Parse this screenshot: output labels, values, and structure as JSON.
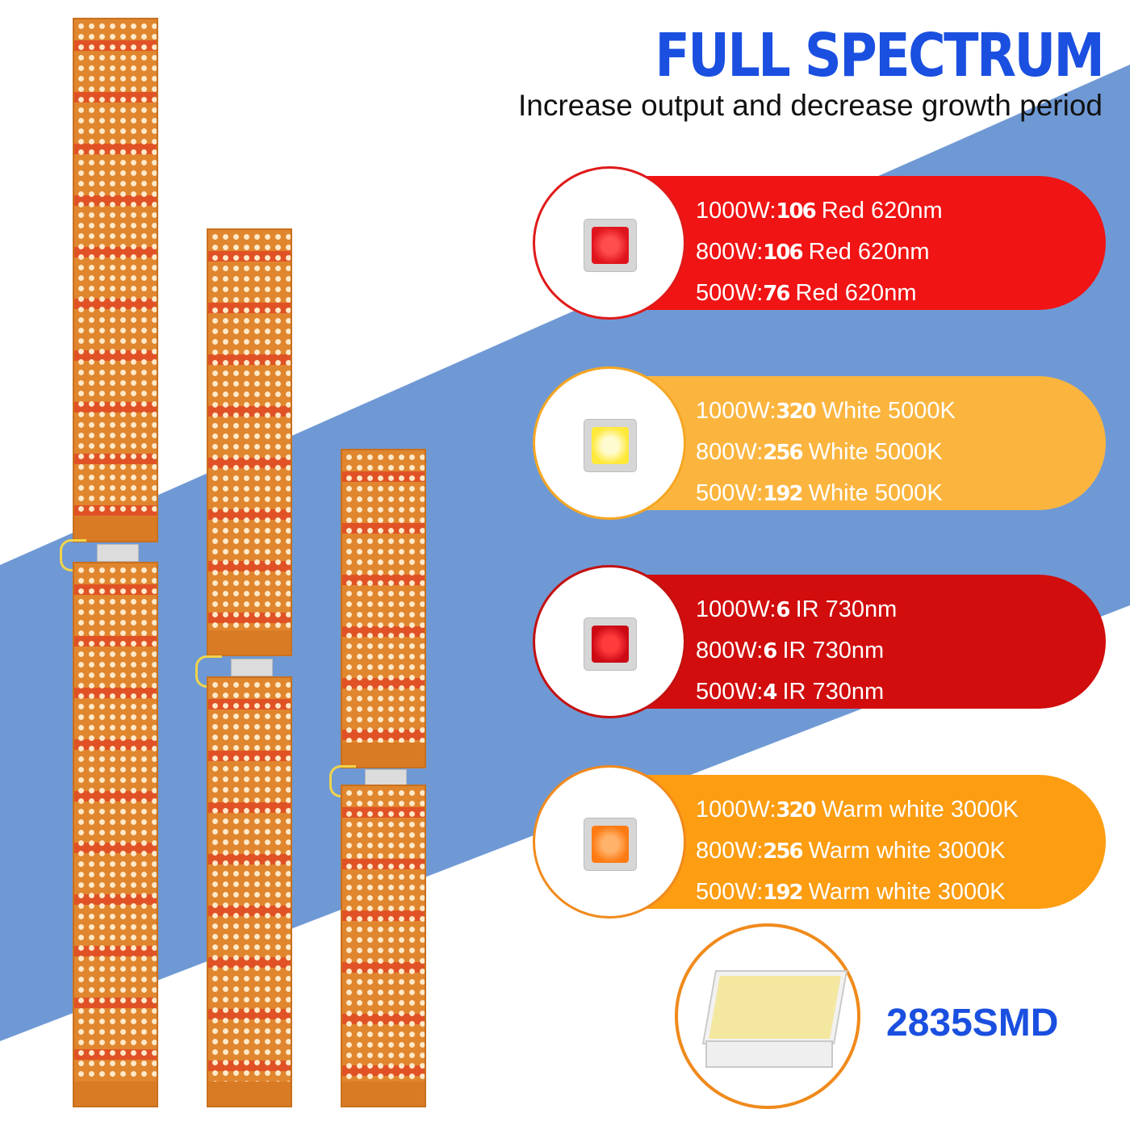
{
  "header": {
    "title": "FULL SPECTRUM",
    "subtitle": "Increase output and decrease growth period"
  },
  "colors": {
    "title_blue": "#1a4fe0",
    "background_blue": "#6f99d4",
    "red_band": "#f01414",
    "white_band": "#fbb53f",
    "ir_band": "#d10d0d",
    "warm_band": "#fc9d12"
  },
  "spectrum": [
    {
      "icon": "red-led-chip-icon",
      "lines": [
        {
          "wattage": "1000W:",
          "count": "106",
          "desc": "Red 620nm"
        },
        {
          "wattage": "800W:",
          "count": "106",
          "desc": "Red 620nm"
        },
        {
          "wattage": "500W:",
          "count": "76",
          "desc": "Red 620nm"
        }
      ]
    },
    {
      "icon": "white-led-chip-icon",
      "lines": [
        {
          "wattage": "1000W:",
          "count": "320",
          "desc": "White 5000K"
        },
        {
          "wattage": "800W:",
          "count": "256",
          "desc": "White 5000K"
        },
        {
          "wattage": "500W:",
          "count": "192",
          "desc": "White 5000K"
        }
      ]
    },
    {
      "icon": "ir-led-chip-icon",
      "lines": [
        {
          "wattage": "1000W:",
          "count": "6",
          "desc": "IR 730nm"
        },
        {
          "wattage": "800W:",
          "count": "6",
          "desc": "IR 730nm"
        },
        {
          "wattage": "500W:",
          "count": "4",
          "desc": "IR 730nm"
        }
      ]
    },
    {
      "icon": "warm-white-led-chip-icon",
      "lines": [
        {
          "wattage": "1000W:",
          "count": "320",
          "desc": "Warm white 3000K"
        },
        {
          "wattage": "800W:",
          "count": "256",
          "desc": "Warm white 3000K"
        },
        {
          "wattage": "500W:",
          "count": "192",
          "desc": "Warm white 3000K"
        }
      ]
    }
  ],
  "smd": {
    "icon": "smd-2835-chip-icon",
    "label": "2835SMD"
  }
}
